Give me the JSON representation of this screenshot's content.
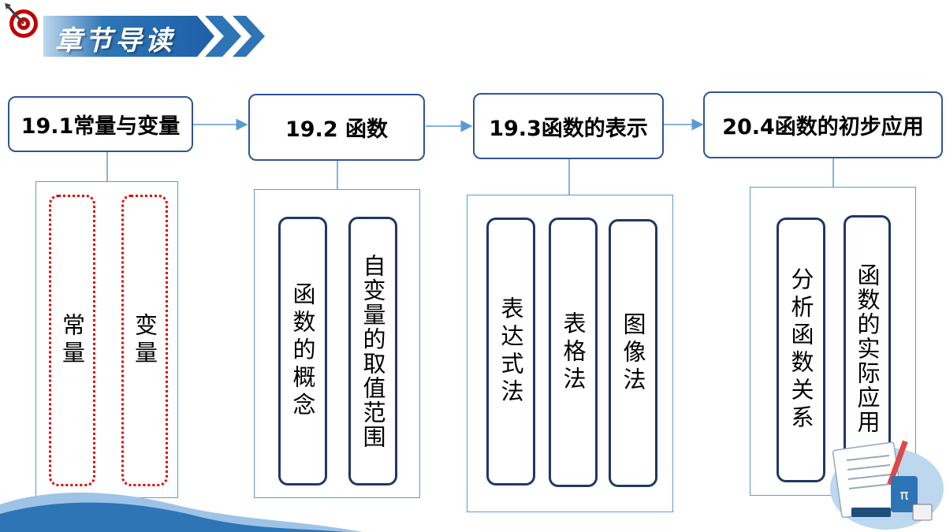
{
  "header": {
    "title": "章节导读"
  },
  "topics": [
    {
      "label": "19.1常量与变量",
      "items": [
        "常量",
        "变量"
      ]
    },
    {
      "label": "19.2 函数",
      "items": [
        "函数的概念",
        "自变量的取值范围"
      ]
    },
    {
      "label": "19.3函数的表示",
      "items": [
        "表达式法",
        "表格法",
        "图像法"
      ]
    },
    {
      "label": "20.4函数的初步应用",
      "items": [
        "分析函数关系",
        "函数的实际应用"
      ]
    }
  ],
  "colors": {
    "accent": "#2e75b6",
    "box_border": "#2f5597",
    "dotted": "#e00000"
  }
}
